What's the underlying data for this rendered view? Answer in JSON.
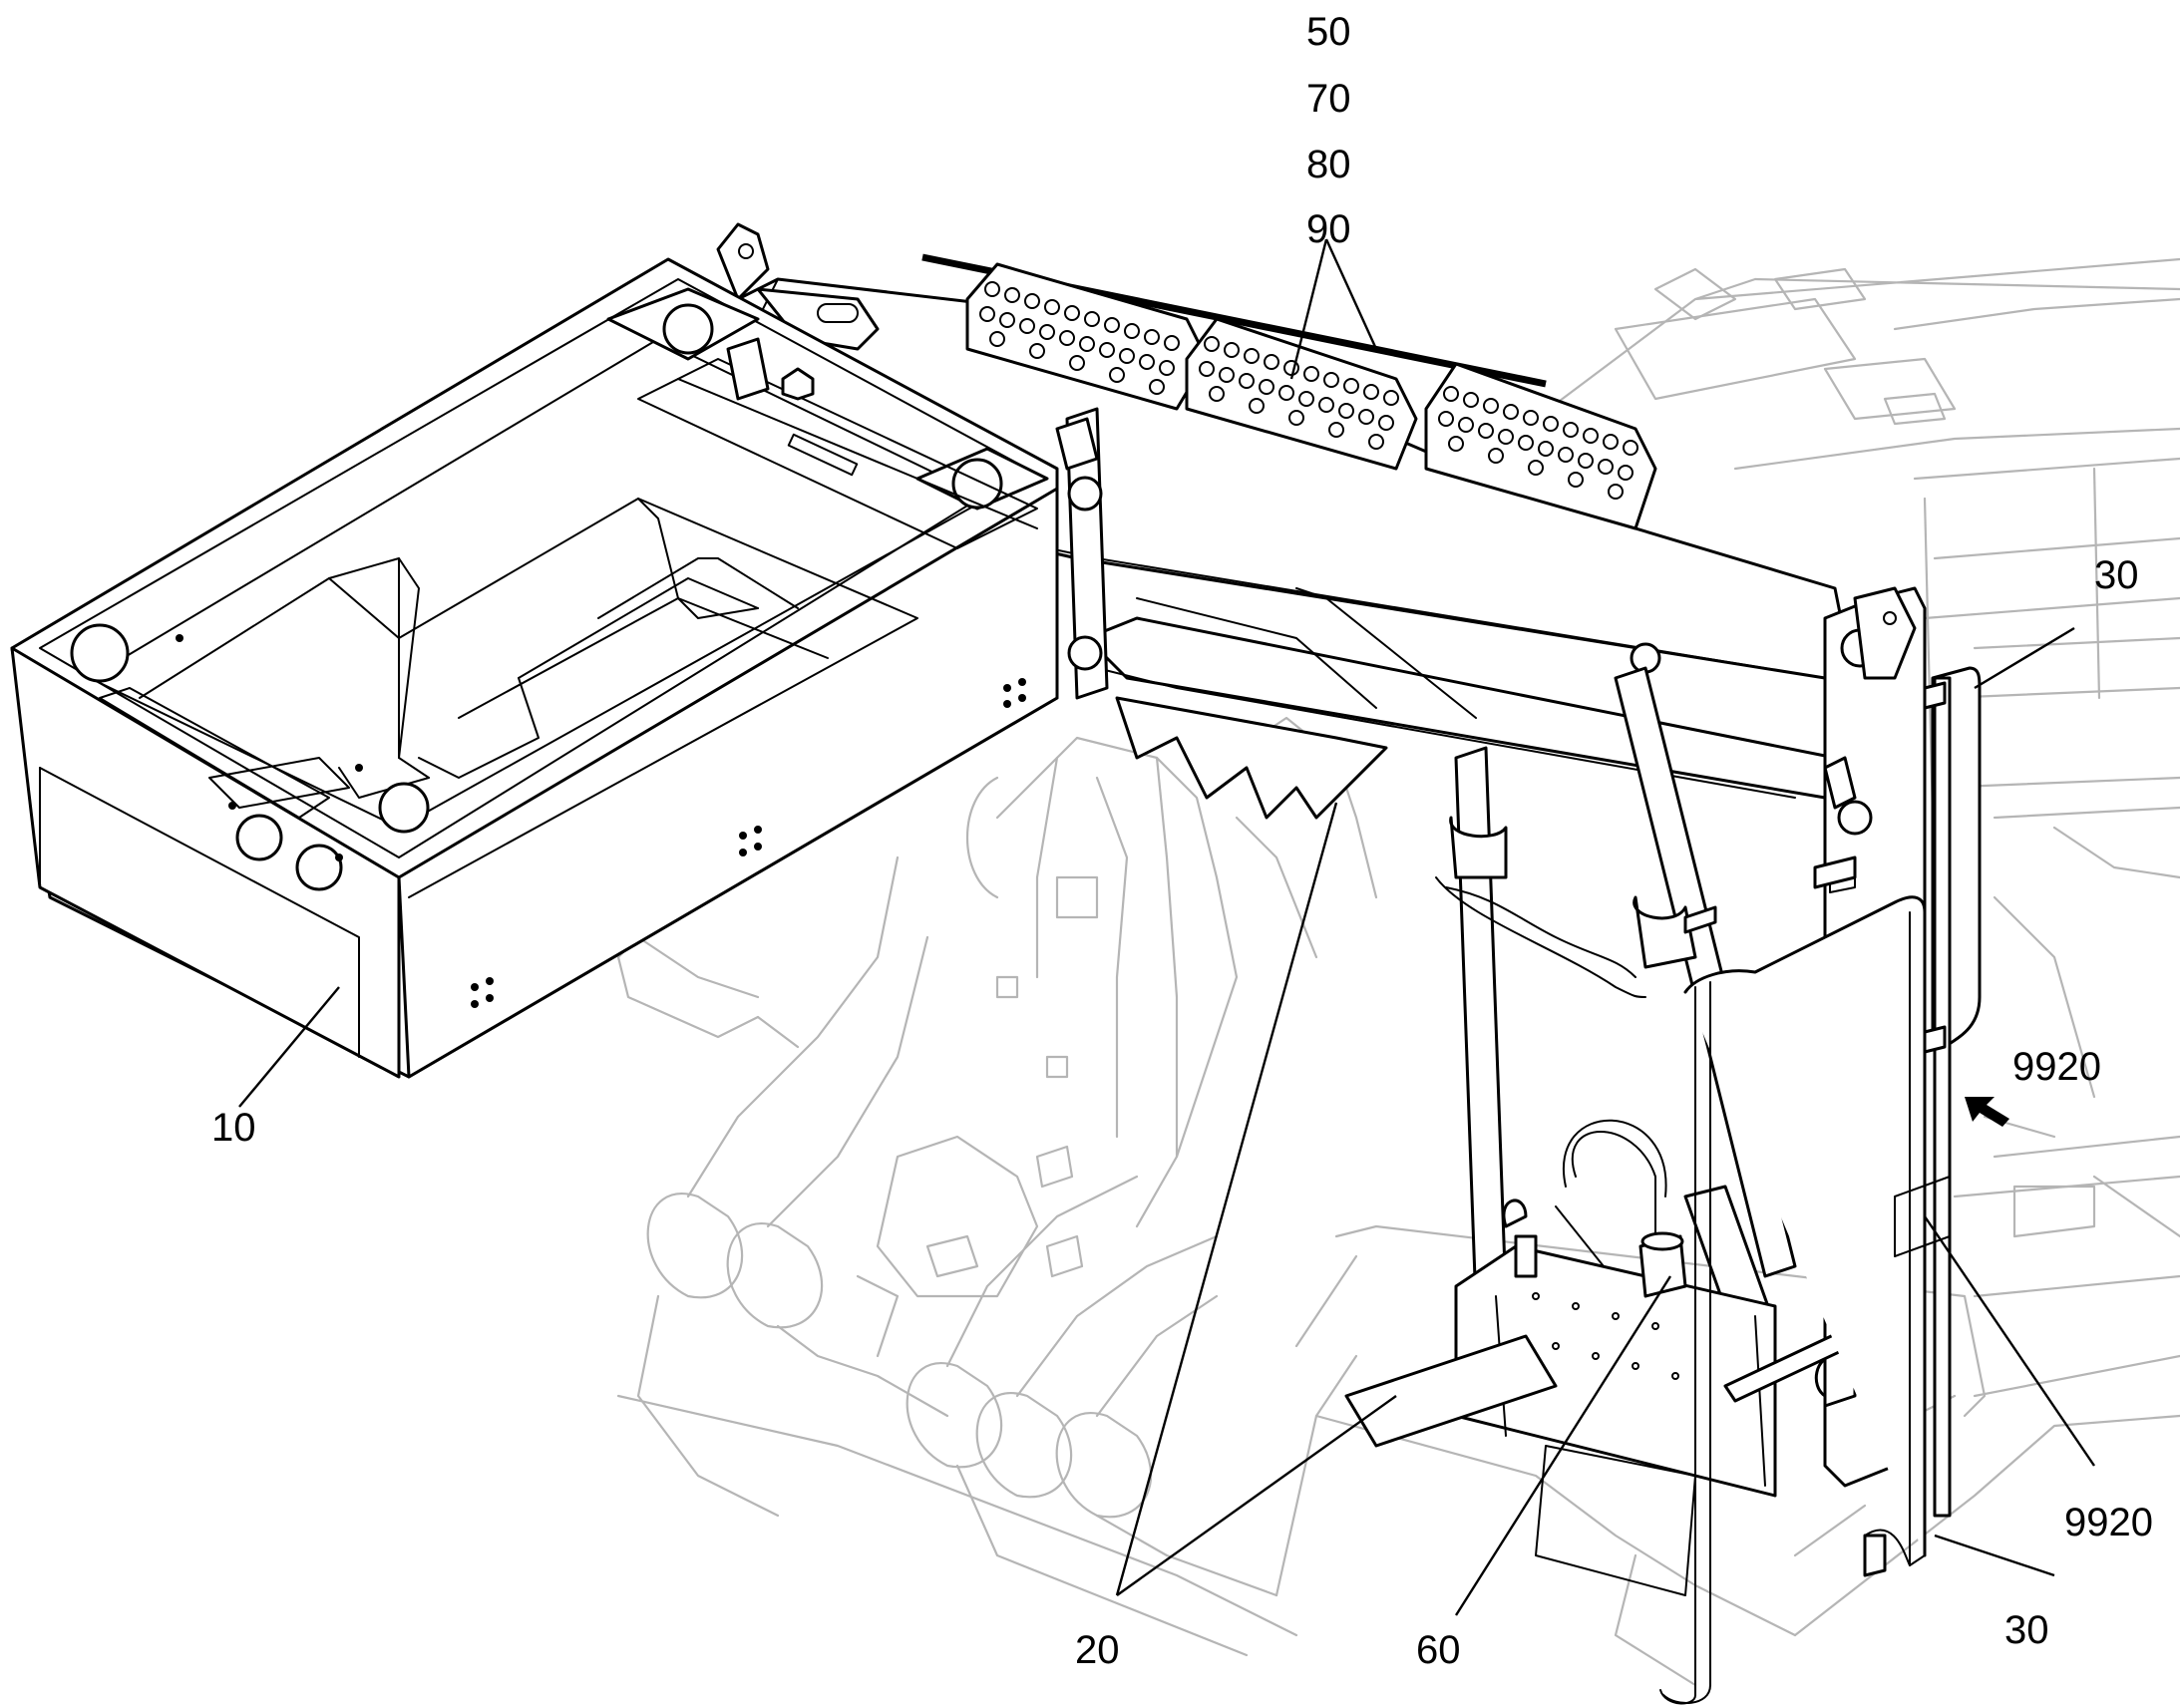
{
  "callouts": {
    "c10": "10",
    "c20": "20",
    "c30_top": "30",
    "c30_bottom": "30",
    "c50": "50",
    "c60": "60",
    "c70": "70",
    "c80": "80",
    "c90": "90",
    "c9920_top": "9920",
    "c9920_bottom": "9920"
  },
  "colors": {
    "line": "#000000",
    "ghost": "#b5b5b5",
    "background": "#ffffff"
  }
}
